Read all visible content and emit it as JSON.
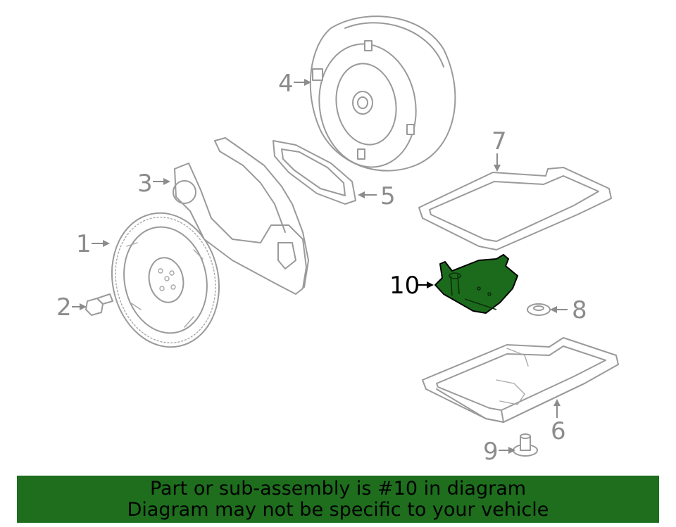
{
  "callouts": {
    "c1": "1",
    "c2": "2",
    "c3": "3",
    "c4": "4",
    "c5": "5",
    "c6": "6",
    "c7": "7",
    "c8": "8",
    "c9": "9",
    "c10": "10"
  },
  "highlighted_part": "10",
  "colors": {
    "highlight_fill": "#1c6b1c",
    "banner_background": "#1e6e1e",
    "line_art": "#9a9a9a"
  },
  "banner": {
    "line1": "Part or sub-assembly is #10 in diagram",
    "line2": "Diagram may not be specific to your vehicle"
  }
}
